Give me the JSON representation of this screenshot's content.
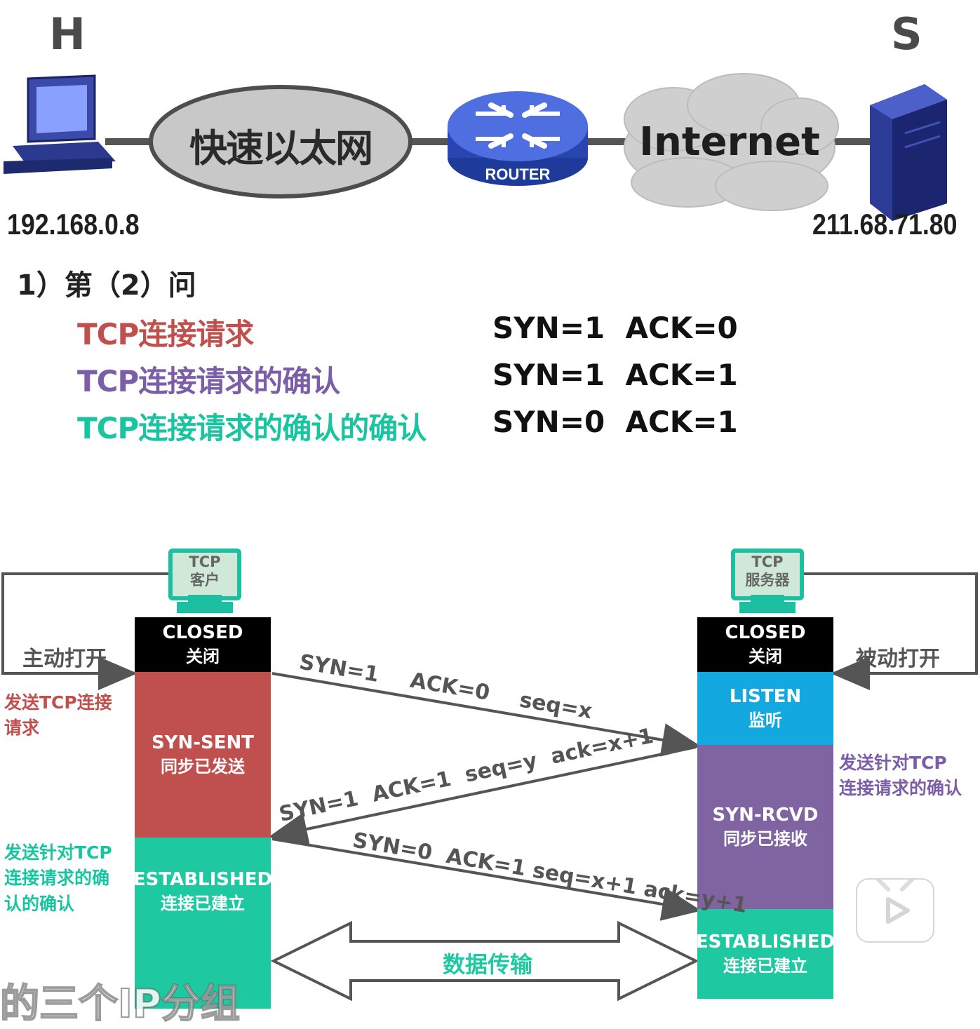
{
  "topology": {
    "host_letter": "H",
    "server_letter": "S",
    "lan_label": "快速以太网",
    "router_label": "ROUTER",
    "cloud_label": "Internet",
    "host_ip": "192.168.0.8",
    "server_ip": "211.68.71.80"
  },
  "question": {
    "heading": "1）第（2）问",
    "rows": [
      {
        "label": "TCP连接请求",
        "flags": "SYN=1  ACK=0",
        "color": "#c0504d"
      },
      {
        "label": "TCP连接请求的确认",
        "flags": "SYN=1  ACK=1",
        "color": "#7b5ea7"
      },
      {
        "label": "TCP连接请求的确认的确认",
        "flags": "SYN=0  ACK=1",
        "color": "#19c4a0"
      }
    ]
  },
  "handshake": {
    "client_monitor": {
      "line1": "TCP",
      "line2": "客户"
    },
    "server_monitor": {
      "line1": "TCP",
      "line2": "服务器"
    },
    "client_states": [
      {
        "en": "CLOSED",
        "cn": "关闭",
        "color": "#000000"
      },
      {
        "en": "SYN-SENT",
        "cn": "同步已发送",
        "color": "#c0504d"
      },
      {
        "en": "ESTABLISHED",
        "cn": "连接已建立",
        "color": "#1ec8a0"
      }
    ],
    "server_states": [
      {
        "en": "CLOSED",
        "cn": "关闭",
        "color": "#000000"
      },
      {
        "en": "LISTEN",
        "cn": "监听",
        "color": "#14a8e0"
      },
      {
        "en": "SYN-RCVD",
        "cn": "同步已接收",
        "color": "#8064a2"
      },
      {
        "en": "ESTABLISHED",
        "cn": "连接已建立",
        "color": "#1ec8a0"
      }
    ],
    "active_open": "主动打开",
    "passive_open": "被动打开",
    "side_notes": {
      "client_send_request": {
        "line1": "发送TCP连接",
        "line2": "请求",
        "color": "#c0504d"
      },
      "server_send_ack": {
        "line1": "发送针对TCP",
        "line2": "连接请求的确认",
        "color": "#7b5ea7"
      },
      "client_send_ack": {
        "line1": "发送针对TCP",
        "line2": "连接请求的确",
        "line3": "认的确认",
        "color": "#19c4a0"
      }
    },
    "messages": {
      "m1_syn": "SYN=1",
      "m1_ack": "ACK=0",
      "m1_seq": "seq=x",
      "m2": "SYN=1  ACK=1  seq=y  ack=x+1",
      "m3": "SYN=0  ACK=1 seq=x+1 ack=y+1"
    },
    "data_transfer": "数据传输"
  },
  "overlay": {
    "subtitle": "的三个IP分组"
  }
}
